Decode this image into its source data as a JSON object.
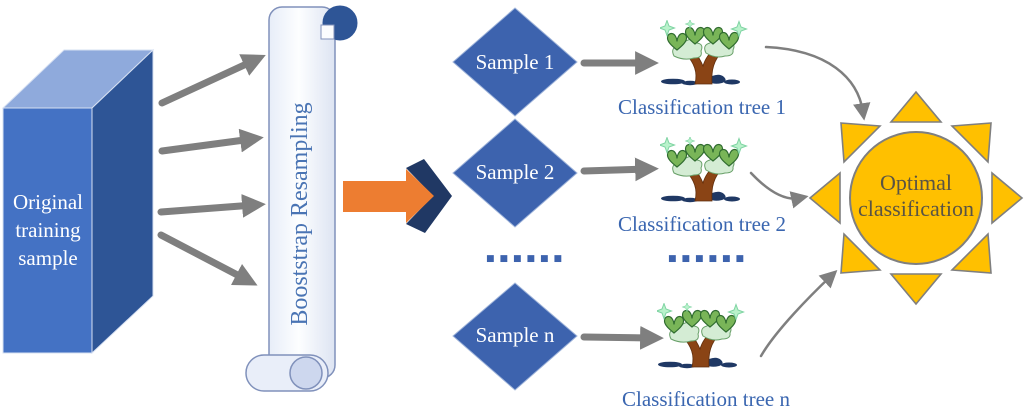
{
  "box": {
    "label": "Original training sample"
  },
  "scroll": {
    "label": "Booststrap Resampling"
  },
  "samples": [
    {
      "label": "Sample 1"
    },
    {
      "label": "Sample 2"
    },
    {
      "label": "Sample n"
    }
  ],
  "trees": [
    {
      "label": "Classification tree 1"
    },
    {
      "label": "Classification tree 2"
    },
    {
      "label": "Classification tree n"
    }
  ],
  "ellipsis": {
    "samples_column": "■■■■■■",
    "trees_column": "■■■■■■"
  },
  "sun": {
    "line1": "Optimal",
    "line2": "classification"
  },
  "colors": {
    "box_front": "#4472c4",
    "box_top": "#8faadc",
    "box_side": "#2e5596",
    "diamond_blue": "#3d63ae",
    "arrow_gray": "#7f7f7f",
    "orange": "#ed7d31",
    "orange_side": "#203864",
    "scroll_curl_navy": "#2e5596",
    "sun_gold": "#ffc000",
    "label_blue": "#3a66b0"
  }
}
